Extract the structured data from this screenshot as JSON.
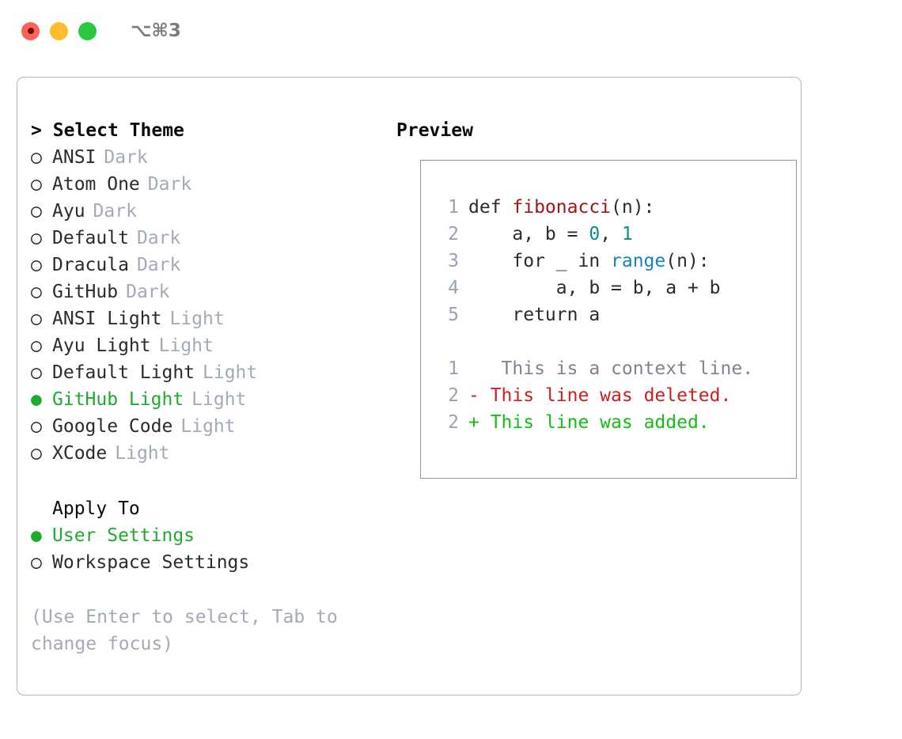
{
  "window": {
    "shortcut": "⌥⌘3",
    "traffic_lights": [
      {
        "name": "close",
        "color": "#ff6058"
      },
      {
        "name": "minimize",
        "color": "#ffbd2e"
      },
      {
        "name": "maximize",
        "color": "#28c840"
      }
    ]
  },
  "colors": {
    "selected_green": "#1eab2e",
    "muted": "#a3aab8",
    "panel_border": "#aab4c2",
    "preview_border": "#8b96a8",
    "line_number": "#98a2b3",
    "diff_add": "#13bf13",
    "diff_del": "#cc1f1f",
    "diff_ctx": "#7d8491",
    "syntax_function": "#a31515",
    "syntax_builtin": "#1583c7",
    "syntax_number": "#0f8a8a"
  },
  "theme_picker": {
    "prompt": ">",
    "title": "Select Theme",
    "marker_unselected": "○",
    "marker_selected": "●",
    "items": [
      {
        "name": "ANSI",
        "variant": "Dark",
        "selected": false
      },
      {
        "name": "Atom One",
        "variant": "Dark",
        "selected": false
      },
      {
        "name": "Ayu",
        "variant": "Dark",
        "selected": false
      },
      {
        "name": "Default",
        "variant": "Dark",
        "selected": false
      },
      {
        "name": "Dracula",
        "variant": "Dark",
        "selected": false
      },
      {
        "name": "GitHub",
        "variant": "Dark",
        "selected": false
      },
      {
        "name": "ANSI Light",
        "variant": "Light",
        "selected": false
      },
      {
        "name": "Ayu Light",
        "variant": "Light",
        "selected": false
      },
      {
        "name": "Default Light",
        "variant": "Light",
        "selected": false
      },
      {
        "name": "GitHub Light",
        "variant": "Light",
        "selected": true
      },
      {
        "name": "Google Code",
        "variant": "Light",
        "selected": false
      },
      {
        "name": "XCode",
        "variant": "Light",
        "selected": false
      }
    ]
  },
  "apply_to": {
    "title": "Apply To",
    "items": [
      {
        "name": "User Settings",
        "selected": true
      },
      {
        "name": "Workspace Settings",
        "selected": false
      }
    ]
  },
  "hint": "(Use Enter to select, Tab to change focus)",
  "preview": {
    "title": "Preview",
    "code_lines": [
      {
        "num": "1",
        "segments": [
          {
            "text": "def ",
            "token": "plain"
          },
          {
            "text": "fibonacci",
            "token": "function"
          },
          {
            "text": "(n):",
            "token": "plain"
          }
        ]
      },
      {
        "num": "2",
        "segments": [
          {
            "text": "    a, b = ",
            "token": "plain"
          },
          {
            "text": "0",
            "token": "number"
          },
          {
            "text": ", ",
            "token": "plain"
          },
          {
            "text": "1",
            "token": "number"
          }
        ]
      },
      {
        "num": "3",
        "segments": [
          {
            "text": "    for _ in ",
            "token": "plain"
          },
          {
            "text": "range",
            "token": "builtin"
          },
          {
            "text": "(n):",
            "token": "plain"
          }
        ]
      },
      {
        "num": "4",
        "segments": [
          {
            "text": "        a, b = b, a + b",
            "token": "plain"
          }
        ]
      },
      {
        "num": "5",
        "segments": [
          {
            "text": "    return a",
            "token": "plain"
          }
        ]
      }
    ],
    "diff_lines": [
      {
        "num": "1",
        "marker": " ",
        "text": "  This is a context line.",
        "kind": "context"
      },
      {
        "num": "2",
        "marker": "-",
        "text": " This line was deleted.",
        "kind": "deleted"
      },
      {
        "num": "2",
        "marker": "+",
        "text": " This line was added.",
        "kind": "added"
      }
    ]
  }
}
